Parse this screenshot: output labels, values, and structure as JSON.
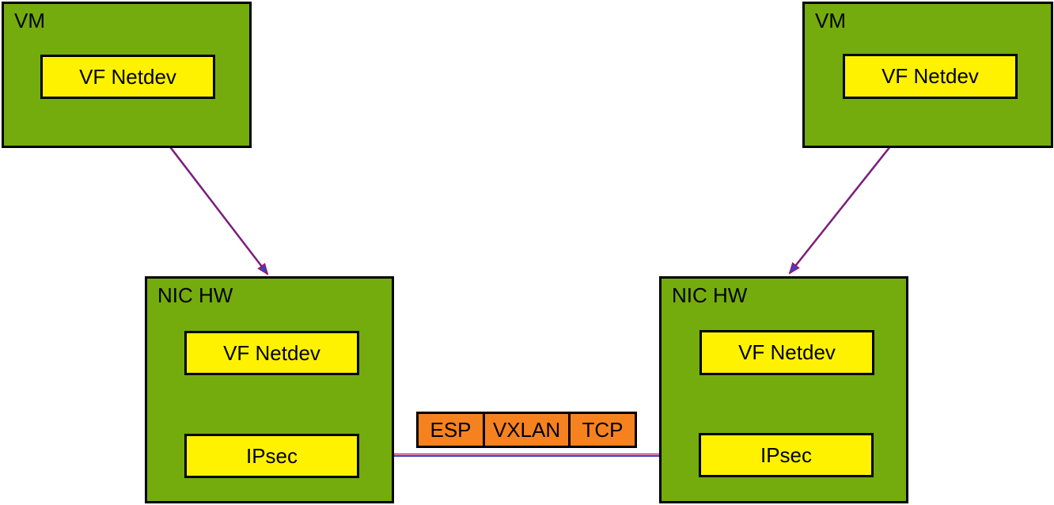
{
  "colors": {
    "background": "#FFFFFF",
    "box_green": "#74AC0D",
    "box_yellow": "#FFF200",
    "box_orange": "#F6821F",
    "border_black": "#000000",
    "arrow_blue": "#3F3FC0",
    "arrow_red": "#CC0033",
    "text": "#000000"
  },
  "containers": [
    {
      "id": "vm-left",
      "label": "VM",
      "children": [
        "VF Netdev"
      ]
    },
    {
      "id": "vm-right",
      "label": "VM",
      "children": [
        "VF Netdev"
      ]
    },
    {
      "id": "nic-left",
      "label": "NIC HW",
      "children": [
        "VF Netdev",
        "IPsec"
      ]
    },
    {
      "id": "nic-right",
      "label": "NIC HW",
      "children": [
        "VF Netdev",
        "IPsec"
      ]
    }
  ],
  "packet": {
    "segments": [
      "ESP",
      "VXLAN",
      "TCP"
    ]
  },
  "connections": [
    {
      "from": "vm-left VF Netdev",
      "to": "nic-left (top edge)",
      "type": "bidirectional"
    },
    {
      "from": "vm-right VF Netdev",
      "to": "nic-right (top edge)",
      "type": "bidirectional"
    },
    {
      "from": "nic-left VF Netdev",
      "to": "nic-left IPsec",
      "type": "bidirectional"
    },
    {
      "from": "nic-right VF Netdev",
      "to": "nic-right IPsec",
      "type": "bidirectional"
    },
    {
      "from": "nic-left IPsec",
      "to": "nic-right IPsec",
      "type": "bidirectional",
      "label": "ESP | VXLAN | TCP"
    }
  ]
}
